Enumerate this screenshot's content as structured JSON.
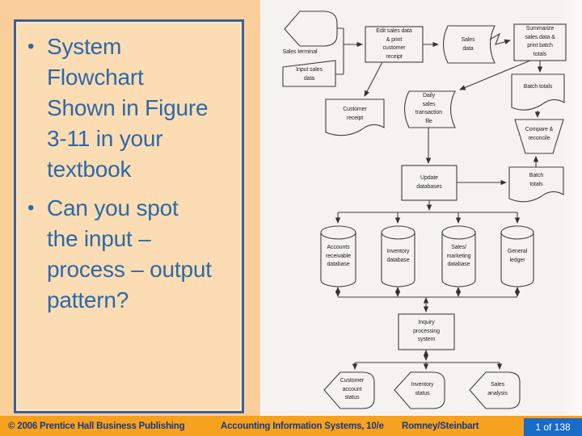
{
  "slide": {
    "bullets": [
      {
        "marker": "•",
        "text": "System\nFlowchart\nShown in Figure\n3-11 in your\ntextbook"
      },
      {
        "marker": "•",
        "text": "Can you spot\nthe input –\nprocess – output\npattern?"
      }
    ]
  },
  "flowchart": {
    "nodes": {
      "sales_terminal": "Sales terminal",
      "input_sales": "Input sales\ndata",
      "edit_process": "Edit sales data\n& print\ncustomer\nreceipt",
      "sales_data": "Sales\ndata",
      "summarize": "Summarize\nsales data &\nprint batch\ntotals",
      "batch_totals_top": "Batch totals",
      "compare_reconcile": "Compare &\nreconcile",
      "daily_file": "Daily\nsales\ntransaction\nfile",
      "customer_receipt": "Customer\nreceipt",
      "update_databases": "Update\ndatabases",
      "batch_totals_side": "Batch\ntotals",
      "ar_database": "Accounts\nreceivable\ndatabase",
      "inventory_database": "Inventory\ndatabase",
      "sales_marketing_database": "Sales/\nmarketing\ndatabase",
      "general_ledger": "General\nledger",
      "inquiry_system": "Inquiry\nprocessing\nsystem",
      "customer_account_status": "Customer\naccount\nstatus",
      "inventory_status": "Inventory\nstatus",
      "sales_analysis": "Sales\nanalysis"
    }
  },
  "footer": {
    "copyright": "© 2006 Prentice Hall Business Publishing",
    "book_title": "Accounting Information Systems, 10/e",
    "authors": "Romney/Steinbart",
    "page_indicator": "1 of 138"
  },
  "colors": {
    "slide_background": "#fbcf9c",
    "textbox_background": "#fcdcb3",
    "textbox_border": "#3d5f96",
    "bullet_text": "#2c69a8",
    "figure_background": "#f5f3ef",
    "footer_background": "#f7a120",
    "footer_text": "#16387e",
    "page_badge_background": "#186bc6",
    "page_badge_text": "#ffffff",
    "flowchart_line": "#3f3f3f"
  }
}
